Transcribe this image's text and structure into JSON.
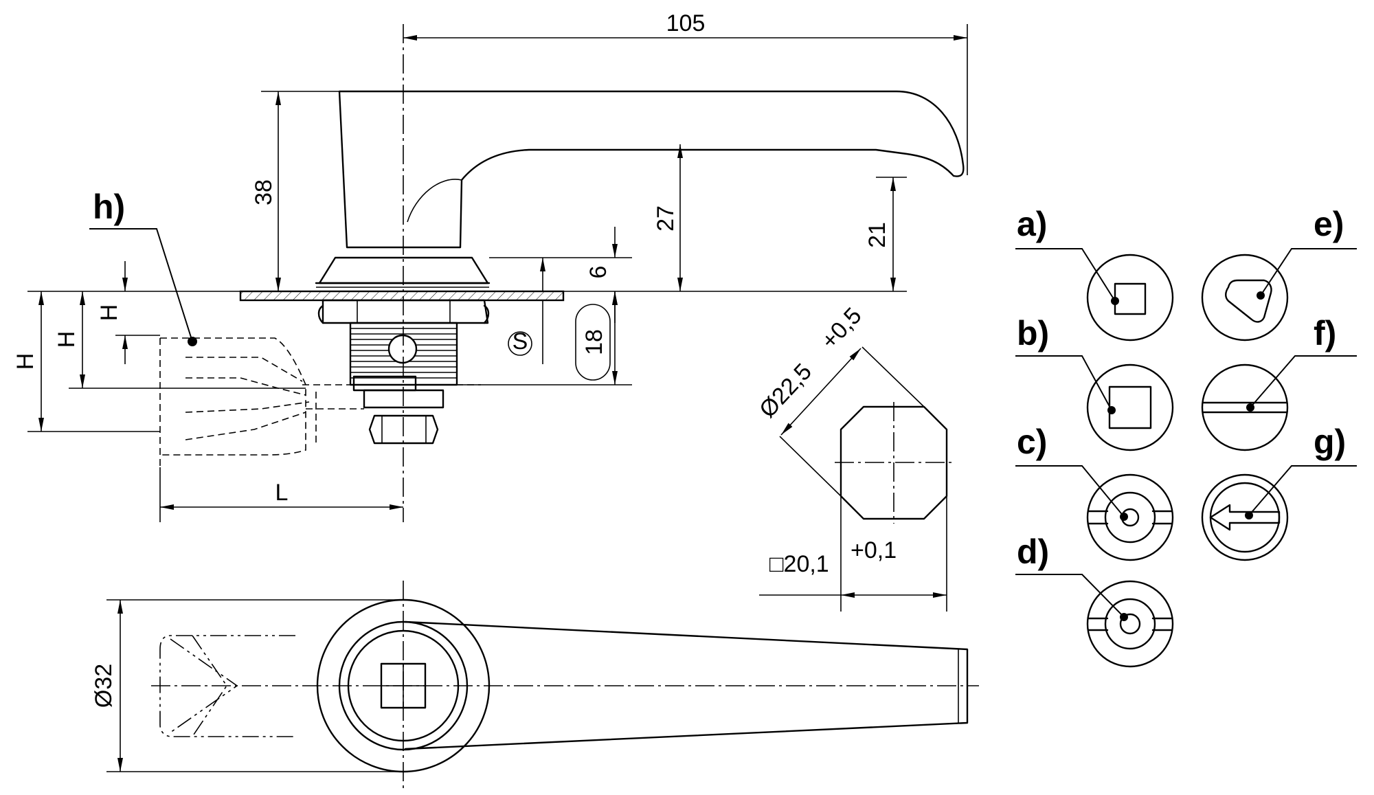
{
  "dimensions": {
    "width_105": "105",
    "height_38": "38",
    "height_27": "27",
    "height_21": "21",
    "height_6": "6",
    "height_18": "18",
    "s_mark": "S",
    "h_small": "H",
    "h_mid": "H",
    "h_large": "H",
    "length_l": "L",
    "diameter_22": "Ø22,5",
    "tol_22": "+0,5",
    "square_20": "□20,1",
    "tol_20": "+0,1",
    "diameter_32": "Ø32"
  },
  "variants": {
    "a": "a)",
    "b": "b)",
    "c": "c)",
    "d": "d)",
    "e": "e)",
    "f": "f)",
    "g": "g)",
    "h": "h)"
  }
}
